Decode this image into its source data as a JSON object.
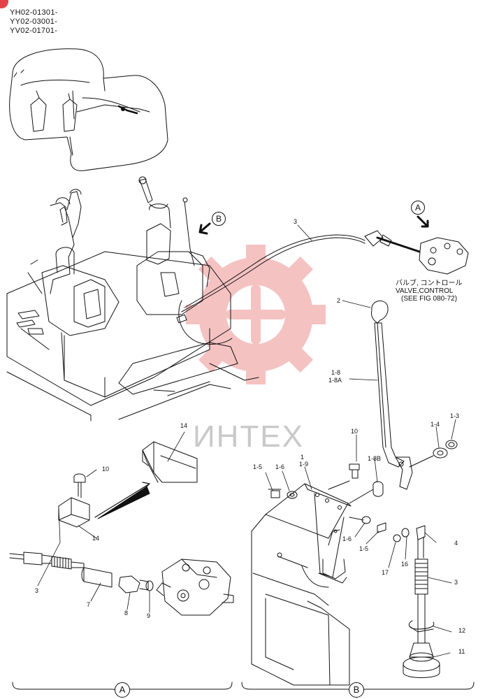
{
  "serials": [
    "YH02-01301-",
    "YY02-03001-",
    "YV02-01701-"
  ],
  "watermark": "ИНТЕХ",
  "callouts": {
    "a": "A",
    "b": "B"
  },
  "valve_note": {
    "jp": "バルブ, コントロール",
    "en": "VALVE,CONTROL",
    "see": "(SEE FIG 080-72)"
  },
  "labels": {
    "l3_top": "3",
    "l2": "2",
    "l1_8": "1-8",
    "l1_8a": "1-8A",
    "l1_4": "1-4",
    "l1_3": "1-3",
    "l10_right": "10",
    "l1_8b": "1-8B",
    "l1_5a": "1-5",
    "l1_6a": "1-6",
    "l1": "1",
    "l1_9": "1-9",
    "l1_6b": "1-6",
    "l1_5b": "1-5",
    "l17": "17",
    "l16": "16",
    "l4": "4",
    "l3_right": "3",
    "l12": "12",
    "l11": "11",
    "l14_top": "14",
    "l10_left": "10",
    "l14_bottom": "14",
    "l3_left": "3",
    "l7": "7",
    "l8": "8",
    "l9": "9"
  },
  "sections": {
    "a": "A",
    "b": "B"
  },
  "colors": {
    "line": "#111111",
    "watermark": "#f4b8b8",
    "badge": "#e4414b"
  }
}
